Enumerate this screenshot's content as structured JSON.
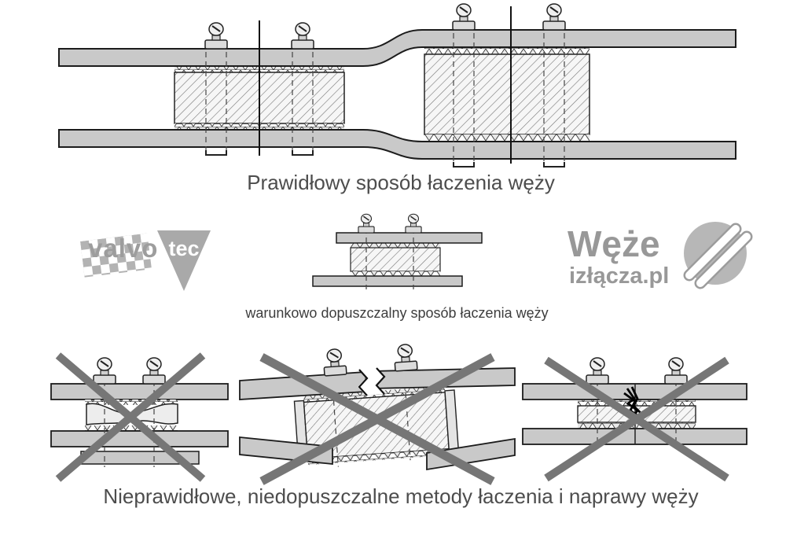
{
  "captions": {
    "correct": "Prawidłowy sposób łaczenia węży",
    "conditional": "warunkowo dopuszczalny sposób łaczenia węży",
    "incorrect": "Nieprawidłowe, niedopuszczalne metody łaczenia i naprawy węży"
  },
  "logos": {
    "valvotec": {
      "word1": "valvo",
      "word2": "tec"
    },
    "weze": {
      "line1": "Węże",
      "line2": "izłącza.pl"
    }
  },
  "colors": {
    "background": "#ffffff",
    "hose_gray": "#c9c9c9",
    "connector_fill": "#f6f6f6",
    "outline": "#1c1c1c",
    "cross_gray": "#767676",
    "caption_gray": "#4d4d4d",
    "logo_gray": "#9b9b9b"
  }
}
